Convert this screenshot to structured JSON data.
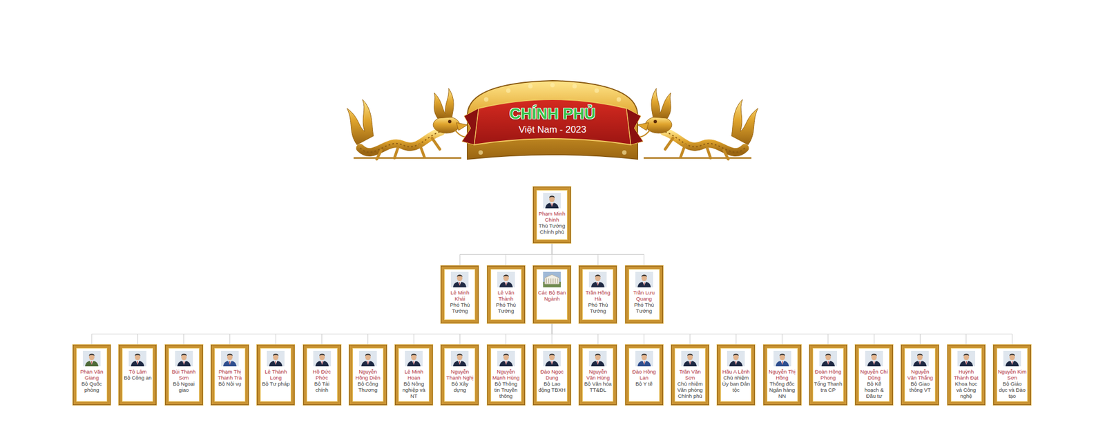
{
  "diagram": {
    "title": "CHÍNH PHỦ",
    "nodes": [
      {
        "text": [
          "Phạm Minh Chính",
          "Thủ Tướng Chính phủ"
        ]
      },
      {
        "text": [
          "Lê Minh Khái",
          "Phó Thủ Tướng"
        ]
      },
      {
        "text": [
          "Lê Văn Thành",
          "Phó Thủ Tướng"
        ]
      },
      {
        "text": [
          "Các Bộ Ban Ngành"
        ]
      },
      {
        "text": [
          "Trần Hồng Hà",
          "Phó Thủ Tướng"
        ]
      },
      {
        "text": [
          "Trần Lưu Quang",
          "Phó Thủ Tướng"
        ]
      },
      {
        "text": [
          "Phan Văn Giang",
          "Bộ Quốc phòng"
        ]
      },
      {
        "text": [
          "Tô Lâm",
          "Bộ Công an"
        ]
      },
      {
        "text": [
          "Bùi Thanh Sơn",
          "Bộ Ngoại giao"
        ]
      },
      {
        "text": [
          "Phạm Thị Thanh Trà",
          "Bộ Nội vụ"
        ]
      },
      {
        "text": [
          "Lê Thành Long",
          "Bộ Tư pháp"
        ]
      },
      {
        "text": [
          "Hồ Đức Phớc",
          "Bộ Tài chính"
        ]
      },
      {
        "text": [
          "Nguyễn Hồng Diên",
          "Bộ Công Thương"
        ]
      },
      {
        "text": [
          "Lê Minh Hoan",
          "Bộ Nông nghiệp và NT"
        ]
      },
      {
        "text": [
          "Nguyễn Thanh Nghị",
          "Bộ Xây dựng"
        ]
      },
      {
        "text": [
          "Nguyễn Mạnh Hùng",
          "Bộ Thông tin Truyền thông"
        ]
      },
      {
        "text": [
          "Đào Ngọc Dung",
          "Bộ Lao động TBXH"
        ]
      },
      {
        "text": [
          "Nguyễn Văn Hùng",
          "Bộ Văn hóa TT&ĐL"
        ]
      },
      {
        "text": [
          "Đào Hồng Lan",
          "Bộ Y tế"
        ]
      },
      {
        "text": [
          "Trần Văn Sơn",
          "Chủ nhiệm Văn phòng Chính phủ"
        ]
      },
      {
        "text": [
          "Hầu A Lềnh",
          "Chủ nhiệm Ủy ban Dân tộc"
        ]
      },
      {
        "text": [
          "Nguyễn Thị Hồng",
          "Thống đốc Ngân hàng NN"
        ]
      },
      {
        "text": [
          "Đoàn Hồng Phong",
          "Tổng Thanh tra CP"
        ]
      },
      {
        "text": [
          "Nguyễn Chí Dũng",
          "Bộ Kế hoạch & Đầu tư"
        ]
      },
      {
        "text": [
          "Nguyễn Văn Thắng",
          "Bộ Giao thông VT"
        ]
      },
      {
        "text": [
          "Huỳnh Thành Đạt",
          "Khoa học và Công nghệ"
        ]
      },
      {
        "text": [
          "Nguyễn Kim Sơn",
          "Bộ Giáo dục và Đào tạo"
        ]
      }
    ],
    "edges": [
      {
        "from": 0,
        "to": 1,
        "arrow": "none"
      },
      {
        "from": 0,
        "to": 2,
        "arrow": "none"
      },
      {
        "from": 0,
        "to": 3,
        "arrow": "none"
      },
      {
        "from": 0,
        "to": 4,
        "arrow": "none"
      },
      {
        "from": 0,
        "to": 5,
        "arrow": "none"
      },
      {
        "from": 3,
        "to": 6,
        "arrow": "none"
      },
      {
        "from": 3,
        "to": 7,
        "arrow": "none"
      },
      {
        "from": 3,
        "to": 8,
        "arrow": "none"
      },
      {
        "from": 3,
        "to": 9,
        "arrow": "none"
      },
      {
        "from": 3,
        "to": 10,
        "arrow": "none"
      },
      {
        "from": 3,
        "to": 11,
        "arrow": "none"
      },
      {
        "from": 3,
        "to": 12,
        "arrow": "none"
      },
      {
        "from": 3,
        "to": 13,
        "arrow": "none"
      },
      {
        "from": 3,
        "to": 14,
        "arrow": "none"
      },
      {
        "from": 3,
        "to": 15,
        "arrow": "none"
      },
      {
        "from": 3,
        "to": 16,
        "arrow": "none"
      },
      {
        "from": 3,
        "to": 17,
        "arrow": "none"
      },
      {
        "from": 3,
        "to": 18,
        "arrow": "none"
      },
      {
        "from": 3,
        "to": 19,
        "arrow": "none"
      },
      {
        "from": 3,
        "to": 20,
        "arrow": "none"
      },
      {
        "from": 3,
        "to": 21,
        "arrow": "none"
      },
      {
        "from": 3,
        "to": 22,
        "arrow": "none"
      },
      {
        "from": 3,
        "to": 23,
        "arrow": "none"
      },
      {
        "from": 3,
        "to": 24,
        "arrow": "none"
      },
      {
        "from": 3,
        "to": 25,
        "arrow": "none"
      },
      {
        "from": 3,
        "to": 26,
        "arrow": "none"
      }
    ],
    "labels": [
      "Việt Nam - 2023"
    ]
  }
}
